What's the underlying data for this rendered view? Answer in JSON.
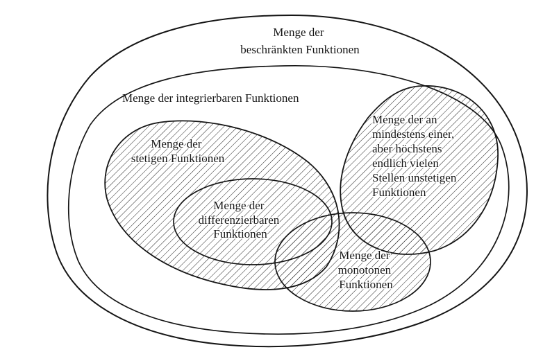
{
  "diagram": {
    "sets": {
      "bounded": {
        "lines": [
          "Menge der",
          "beschränkten Funktionen"
        ]
      },
      "integrable": {
        "lines": [
          "Menge der integrierbaren Funktionen"
        ]
      },
      "continuous": {
        "lines": [
          "Menge der",
          "stetigen Funktionen"
        ],
        "hatched": true
      },
      "differentiable": {
        "lines": [
          "Menge der",
          "differenzierbaren",
          "Funktionen"
        ],
        "hatched": true
      },
      "discontinuous_finite": {
        "lines": [
          "Menge der an",
          "mindestens einer,",
          "aber höchstens",
          "endlich vielen",
          "Stellen unstetigen",
          "Funktionen"
        ],
        "hatched": true
      },
      "monotone": {
        "lines": [
          "Menge der",
          "monotonen",
          "Funktionen"
        ],
        "hatched": true
      }
    }
  }
}
